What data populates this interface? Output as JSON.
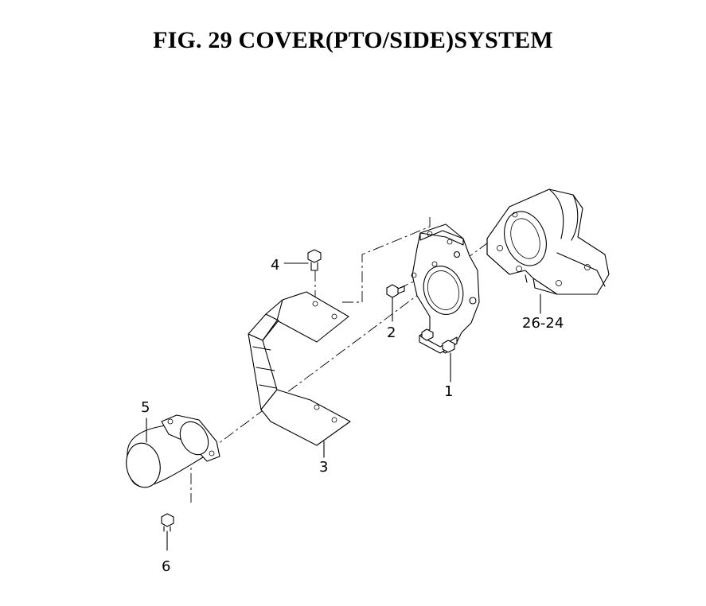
{
  "title": "FIG. 29  COVER(PTO/SIDE)SYSTEM",
  "callouts": {
    "c1": "1",
    "c2": "2",
    "c3": "3",
    "c4": "4",
    "c5": "5",
    "c6": "6",
    "c26": "26-24"
  }
}
